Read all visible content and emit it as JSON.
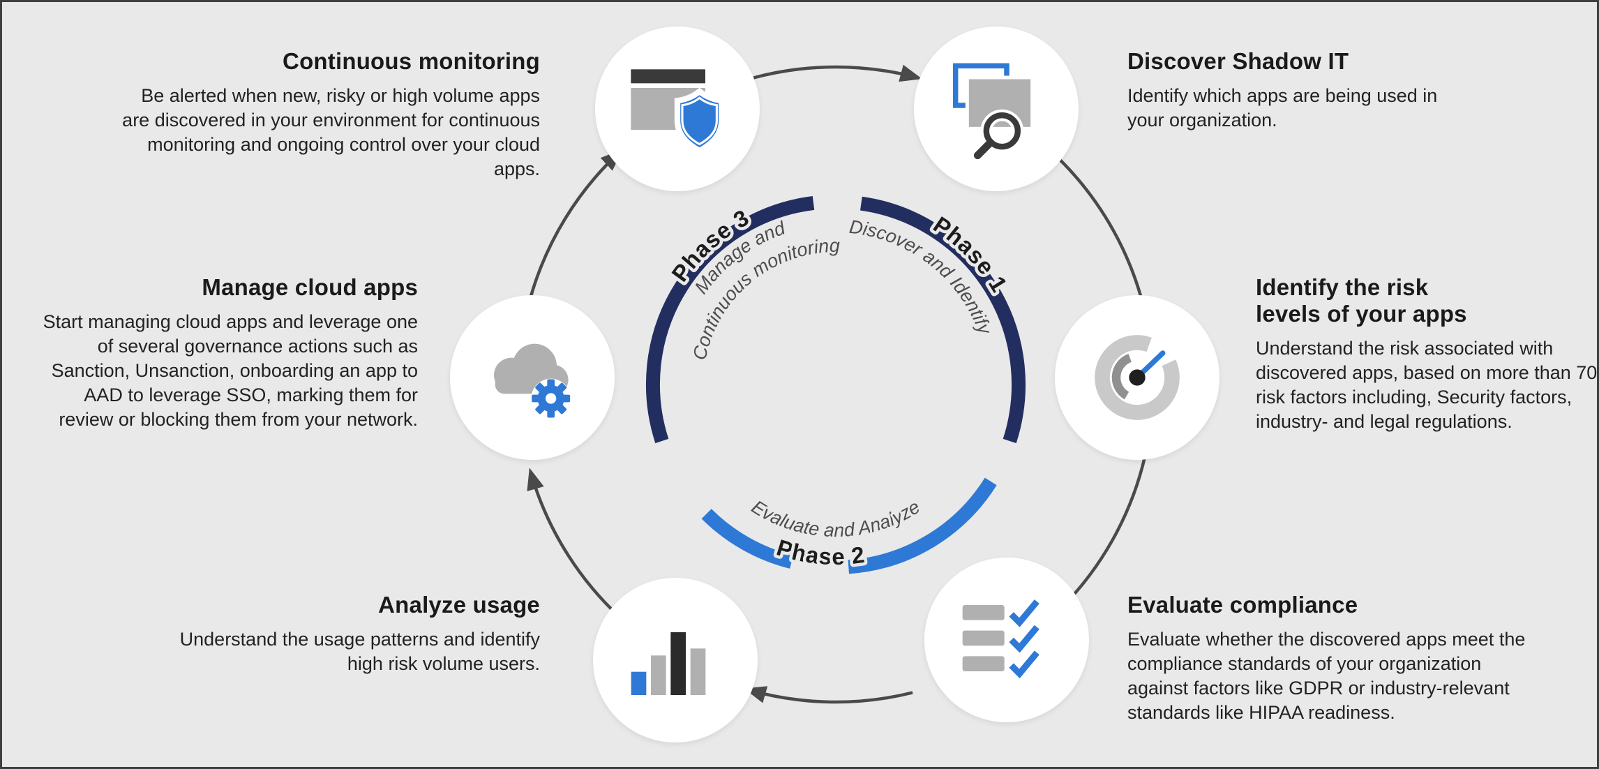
{
  "colors": {
    "background": "#e9e9e9",
    "navy_arc": "#232e60",
    "blue_arc": "#2e79d6",
    "arrow": "#4a4a4a",
    "icon_gray": "#b0b0b0",
    "icon_dark": "#2b2b2b",
    "icon_blue": "#2e79d6"
  },
  "phases": {
    "phase1": {
      "label": "Phase 1",
      "sub": "Discover and Identify"
    },
    "phase2": {
      "label": "Phase 2",
      "sub": "Evaluate and Analyze"
    },
    "phase3": {
      "label": "Phase 3",
      "sub_line1": "Manage and",
      "sub_line2": "Continuous monitoring"
    }
  },
  "steps": [
    {
      "id": "continuous-monitoring",
      "title": "Continuous monitoring",
      "description": "Be alerted when new, risky or high volume apps are discovered in your environment for continuous monitoring and ongoing control over your cloud apps.",
      "icon": "window-shield-icon"
    },
    {
      "id": "discover-shadow-it",
      "title": "Discover Shadow IT",
      "description": "Identify which apps are being used in your organization.",
      "icon": "windows-magnifier-icon"
    },
    {
      "id": "identify-risk",
      "title": "Identify the risk levels of your apps",
      "description": "Understand the risk associated with discovered apps, based on more than 70 risk factors including, Security factors, industry- and legal regulations.",
      "icon": "gauge-icon"
    },
    {
      "id": "evaluate-compliance",
      "title": "Evaluate compliance",
      "description": "Evaluate whether the discovered apps meet the compliance standards of your organization against factors like GDPR or industry-relevant standards like HIPAA readiness.",
      "icon": "checklist-icon"
    },
    {
      "id": "analyze-usage",
      "title": "Analyze usage",
      "description": "Understand the usage patterns and identify high risk volume users.",
      "icon": "bar-chart-icon"
    },
    {
      "id": "manage-cloud-apps",
      "title": "Manage cloud apps",
      "description": "Start managing cloud apps and leverage one of several governance actions such as Sanction, Unsanction, onboarding an app to AAD to leverage SSO, marking them for review or blocking them from your network.",
      "icon": "cloud-gear-icon"
    }
  ]
}
